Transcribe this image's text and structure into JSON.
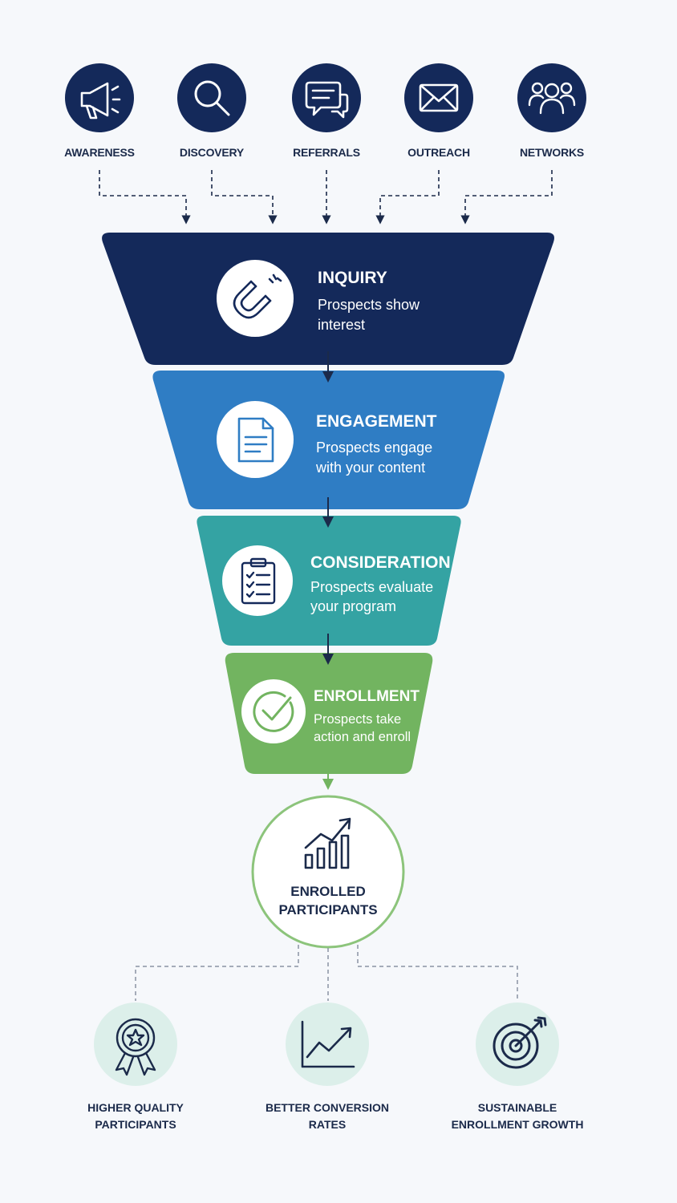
{
  "colors": {
    "navy": "#14295a",
    "blue": "#2f7dc4",
    "teal": "#34a3a3",
    "green": "#72b460",
    "outcome_bg": "#dcefea",
    "connector": "#1b2a4a"
  },
  "sources": [
    {
      "label": "AWARENESS",
      "icon": "megaphone-icon"
    },
    {
      "label": "DISCOVERY",
      "icon": "search-icon"
    },
    {
      "label": "REFERRALS",
      "icon": "chat-bubbles-icon"
    },
    {
      "label": "OUTREACH",
      "icon": "envelope-icon"
    },
    {
      "label": "NETWORKS",
      "icon": "people-group-icon"
    }
  ],
  "stages": [
    {
      "title": "INQUIRY",
      "desc_lines": [
        "Prospects show",
        "interest"
      ],
      "icon": "magnet-icon",
      "color": "#14295a"
    },
    {
      "title": "ENGAGEMENT",
      "desc_lines": [
        "Prospects engage",
        "with your content"
      ],
      "icon": "document-icon",
      "color": "#2f7dc4"
    },
    {
      "title": "CONSIDERATION",
      "desc_lines": [
        "Prospects evaluate",
        "your program"
      ],
      "icon": "clipboard-checklist-icon",
      "color": "#34a3a3"
    },
    {
      "title": "ENROLLMENT",
      "desc_lines": [
        "Prospects take",
        "action and enroll"
      ],
      "icon": "checkmark-circle-icon",
      "color": "#72b460"
    }
  ],
  "result": {
    "lines": [
      "ENROLLED",
      "PARTICIPANTS"
    ],
    "icon": "growth-bar-chart-icon"
  },
  "outcomes": [
    {
      "lines": [
        "HIGHER QUALITY",
        "PARTICIPANTS"
      ],
      "icon": "award-ribbon-icon"
    },
    {
      "lines": [
        "BETTER CONVERSION",
        "RATES"
      ],
      "icon": "trend-line-icon"
    },
    {
      "lines": [
        "SUSTAINABLE",
        "ENROLLMENT GROWTH"
      ],
      "icon": "target-icon"
    }
  ]
}
